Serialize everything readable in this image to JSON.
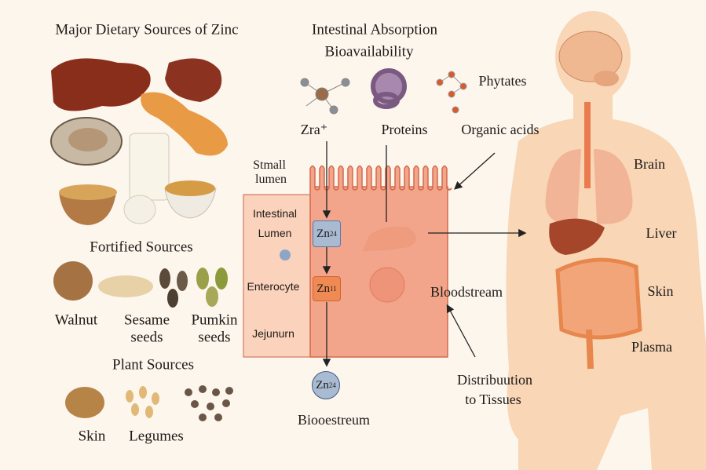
{
  "dietary": {
    "title": "Major Dietary Sources of Zinc",
    "fortified_title": "Fortified Sources",
    "fortified_items": [
      "Walnut",
      "Sesame",
      "seeds",
      "Pumkin",
      "seeds"
    ],
    "plant_title": "Plant Sources",
    "plant_items": [
      "Skin",
      "Legumes"
    ]
  },
  "absorption": {
    "title1": "Intestinal Absorption",
    "title2": "Bioavailability",
    "zinc_label": "Zra⁺",
    "proteins": "Proteins",
    "phytates": "Phytates",
    "organic_acids": "Organic acids",
    "small_lumen1": "Stmall",
    "small_lumen2": "lumen",
    "intestinal": "Intestinal",
    "lumen": "Lumen",
    "enterocyte": "Enterocyte",
    "jejunum": "Jejunurn",
    "zn_box1": "Zn",
    "zn_box1_sup": "24",
    "zn_box2": "Zn",
    "zn_box2_sup": "11",
    "zn_circle": "Zn",
    "zn_circle_sup": "24",
    "bottom_label": "Biooestreum",
    "bloodstream": "Bloodstream",
    "distribution1": "Distribuution",
    "distribution2": "to Tissues"
  },
  "body": {
    "labels": [
      "Brain",
      "Liver",
      "Skin",
      "Plasma"
    ]
  },
  "colors": {
    "background": "#fcf6ed",
    "cell": "#f2a58a",
    "zn_blue": "#a9bad3",
    "zn_orange": "#ef8a55",
    "body": "#f8d6b6"
  }
}
